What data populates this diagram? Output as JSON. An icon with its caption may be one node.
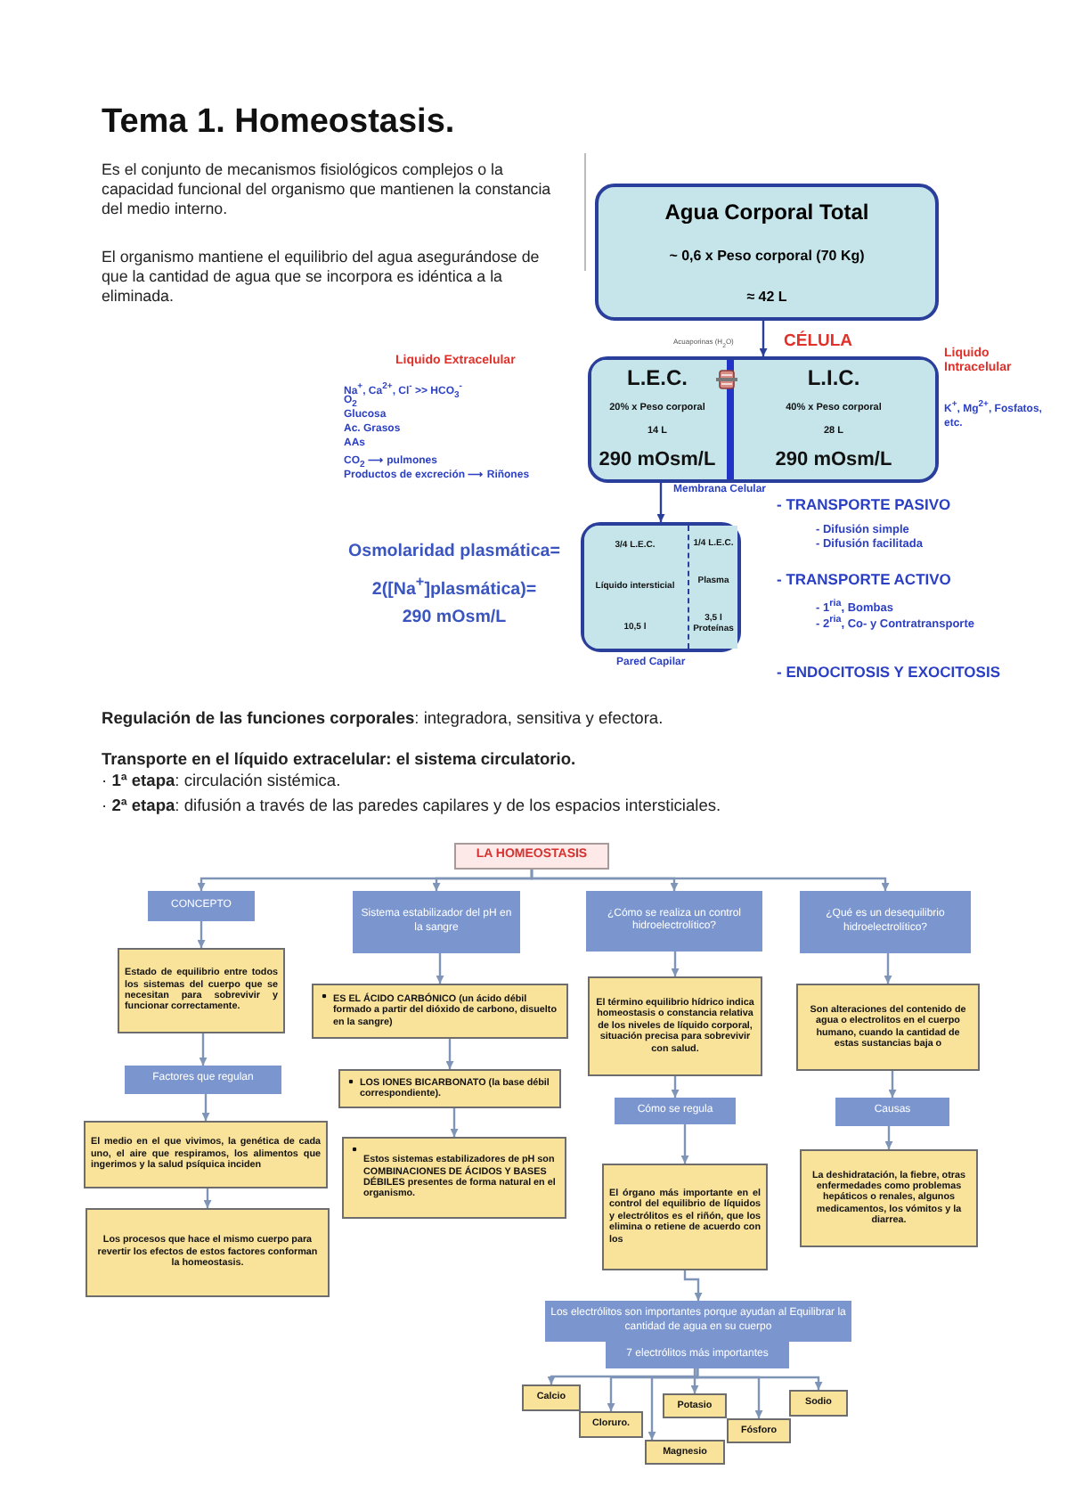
{
  "diagram": {
    "title": "Tema 1. Homeostasis.",
    "nodes": [
      {
        "text": [
          "Agua Corporal Total",
          "~ 0,6 x Peso corporal (70 Kg)",
          "≈ 42 L"
        ]
      },
      {
        "text": [],
        "shape": "box"
      },
      {
        "text": [
          "L.E.C.",
          "20% x Peso corporal",
          "14 L",
          "290 mOsm/L"
        ],
        "in": 1
      },
      {
        "text": [
          "L.I.C.",
          "40% x Peso corporal",
          "28 L",
          "290 mOsm/L"
        ],
        "in": 1
      },
      {
        "text": [],
        "shape": "box",
        "beside": [
          "Pared Capilar"
        ]
      },
      {
        "text": [
          "3/4 L.E.C.",
          "Líquido intersticial",
          "10,5 l"
        ],
        "in": 4
      },
      {
        "text": [
          "1/4 L.E.C.",
          "Plasma",
          "3,5 l Proteínas"
        ],
        "in": 4
      },
      {
        "text": [
          "LA HOMEOSTASIS"
        ]
      },
      {
        "text": [
          "CONCEPTO"
        ]
      },
      {
        "text": [
          "Estado de equilibrio entre todos los sistemas del cuerpo que se necesitan para sobrevivir y funcionar correctamente."
        ]
      },
      {
        "text": [
          "Factores que regulan"
        ]
      },
      {
        "text": [
          "El medio en el que vivimos, la genética de cada uno, el aire que respiramos, los alimentos que ingerimos y la salud psíquica inciden"
        ]
      },
      {
        "text": [
          "Los procesos que hace el mismo cuerpo para revertir los efectos de estos factores conforman la homeostasis."
        ]
      },
      {
        "text": [
          "Sistema estabilizador del pH en la sangre"
        ]
      },
      {
        "text": [
          "ES EL ÁCIDO CARBÓNICO (un ácido débil formado a partir del dióxido de carbono, disuelto en la sangre)"
        ]
      },
      {
        "text": [
          "LOS IONES BICARBONATO (la base débil correspondiente)."
        ]
      },
      {
        "text": [
          "Estos sistemas estabilizadores de pH son COMBINACIONES DE ÁCIDOS Y BASES DÉBILES presentes de forma natural en el organismo."
        ]
      },
      {
        "text": [
          "¿Cómo se realiza un control hidroelectrolítico?"
        ]
      },
      {
        "text": [
          "El término equilibrio hídrico indica homeostasis o constancia relativa de los niveles de líquido corporal, situación precisa para sobrevivir con salud."
        ]
      },
      {
        "text": [
          "Cómo se regula"
        ]
      },
      {
        "text": [
          "El órgano más importante en el control del equilibrio de líquidos y electrólitos es el riñón, que los elimina o retiene de acuerdo con los"
        ]
      },
      {
        "text": [
          "Los electrólitos son importantes porque ayudan al Equilibrar la cantidad de agua en su cuerpo"
        ]
      },
      {
        "text": [
          "7 electrólitos más importantes"
        ]
      },
      {
        "text": [
          "Calcio"
        ]
      },
      {
        "text": [
          "Cloruro."
        ]
      },
      {
        "text": [
          "Magnesio"
        ]
      },
      {
        "text": [
          "Potasio"
        ]
      },
      {
        "text": [
          "Fósforo"
        ]
      },
      {
        "text": [
          "Sodio"
        ]
      },
      {
        "text": [
          "¿Qué es un desequilibrio hidroelectrolítico?"
        ]
      },
      {
        "text": [
          "Son alteraciones del contenido de agua o electrolitos en el cuerpo humano, cuando la cantidad de estas sustancias baja o"
        ]
      },
      {
        "text": [
          "Causas"
        ]
      },
      {
        "text": [
          "La deshidratación, la fiebre, otras enfermedades como problemas hepáticos o renales, algunos medicamentos, los vómitos y la diarrea."
        ]
      }
    ],
    "edges": [
      {
        "from": 0,
        "to": 1,
        "arrow": "to",
        "color": "#2a3f9b"
      },
      {
        "from": 2,
        "to": 4,
        "arrow": "to",
        "color": "#2a3f9b"
      },
      {
        "from": 7,
        "to": 8,
        "arrow": "to"
      },
      {
        "from": 7,
        "to": 13,
        "arrow": "to"
      },
      {
        "from": 7,
        "to": 17,
        "arrow": "to"
      },
      {
        "from": 7,
        "to": 29,
        "arrow": "to"
      },
      {
        "from": 8,
        "to": 9,
        "arrow": "to"
      },
      {
        "from": 9,
        "to": 10,
        "arrow": "to"
      },
      {
        "from": 10,
        "to": 11,
        "arrow": "to"
      },
      {
        "from": 11,
        "to": 12,
        "arrow": "to"
      },
      {
        "from": 13,
        "to": 14,
        "arrow": "to"
      },
      {
        "from": 14,
        "to": 15,
        "arrow": "to"
      },
      {
        "from": 15,
        "to": 16,
        "arrow": "to"
      },
      {
        "from": 17,
        "to": 18,
        "arrow": "to"
      },
      {
        "from": 18,
        "to": 19,
        "arrow": "to"
      },
      {
        "from": 19,
        "to": 20,
        "arrow": "to"
      },
      {
        "from": 20,
        "to": 21,
        "arrow": "to"
      },
      {
        "from": 22,
        "to": 23,
        "arrow": "to"
      },
      {
        "from": 22,
        "to": 24,
        "arrow": "to"
      },
      {
        "from": 22,
        "to": 25,
        "arrow": "to"
      },
      {
        "from": 22,
        "to": 26,
        "arrow": "to"
      },
      {
        "from": 22,
        "to": 27,
        "arrow": "to"
      },
      {
        "from": 22,
        "to": 28,
        "arrow": "to"
      },
      {
        "from": 29,
        "to": 30,
        "arrow": "to"
      },
      {
        "from": 30,
        "to": 31,
        "arrow": "to"
      },
      {
        "from": 31,
        "to": 32,
        "arrow": "to"
      }
    ],
    "labels": [
      "Es el conjunto de mecanismos fisiológicos complejos o la capacidad funcional del organismo que mantienen la constancia del medio interno.",
      "El organismo mantiene el equilibrio del agua asegurándose de que la cantidad de agua que se incorpora es idéntica a la eliminada.",
      "Acuaporinas (H$_{2}$O)",
      "CÉLULA",
      "Liquido Extracelular",
      "Liquido Intracelular",
      "Na$^{+}$, Ca$^{2+}$, Cl$^{-}$ >> HCO$_{3}$$^{-}$",
      "O$_{2}$",
      "Glucosa",
      "Ac. Grasos",
      "AAs",
      "CO$_{2}$ ⟶ pulmones",
      "Productos de excreción ⟶ Riñones",
      "K$^{+}$, Mg$^{2+}$, Fosfatos, etc.",
      "Membrana Celular",
      "Osmolaridad plasmática=",
      "2([Na$^{+}$]plasmática)=",
      "290 mOsm/L",
      "- TRANSPORTE PASIVO",
      "- Difusión simple",
      "- Difusión facilitada",
      "- TRANSPORTE ACTIVO",
      "- 1$^{ria}$, Bombas",
      "- 2$^{ria}$, Co- y Contratransporte",
      "- ENDOCITOSIS Y EXOCITOSIS",
      "**Regulación de las funciones corporales**: integradora, sensitiva y efectora.",
      "Transporte en el líquido extracelular: el sistema circulatorio.",
      "· **1ª etapa**: circulación sistémica.",
      "· **2ª etapa**: difusión a través de las paredes capilares y de los espacios intersticiales."
    ]
  }
}
